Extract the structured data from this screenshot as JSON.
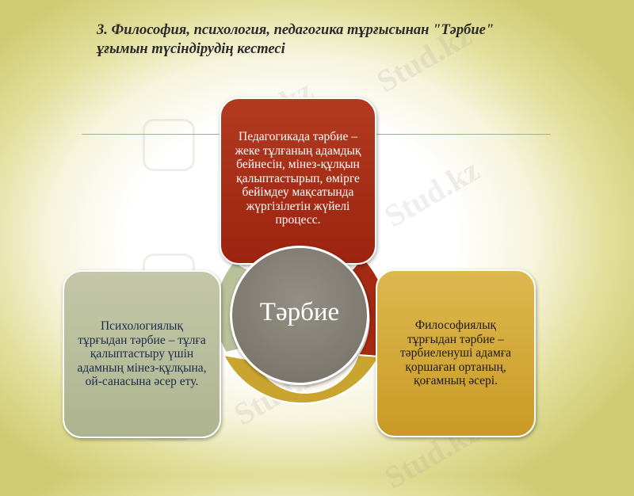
{
  "slide": {
    "title_line1": "3. Философия, психология, педагогика тұрғысынан \"Тәрбие\"",
    "title_line2": "ұғымын түсіндірудің кестесі"
  },
  "diagram": {
    "center_label": "Тәрбие",
    "boxes": {
      "pedagogy": "Педагогикада тәрбие – жеке тұлғаның адамдық бейнесін, мінез-құлқын қалыптастырып, өмірге бейімдеу мақсатында жүргізілетін жүйелі процесс.",
      "philosophy": "Философиялық тұрғыдан тәрбие – тәрбиеленуші адамға қоршаған ортаның, қоғамның әсері.",
      "psychology": "Психологиялық тұрғыдан тәрбие – тұлға қалыптастыру үшін адамның мінез-құлқына, ой-санасына әсер ету."
    },
    "colors": {
      "pedagogy": "#a32c14",
      "philosophy": "#d1a83c",
      "psychology": "#b8bd9c",
      "center": "#87837a",
      "ring_red": "#a52a12",
      "ring_gold": "#c9a42e",
      "ring_sage": "#b9c19a"
    }
  },
  "watermark": {
    "text": "Stud.kz"
  }
}
